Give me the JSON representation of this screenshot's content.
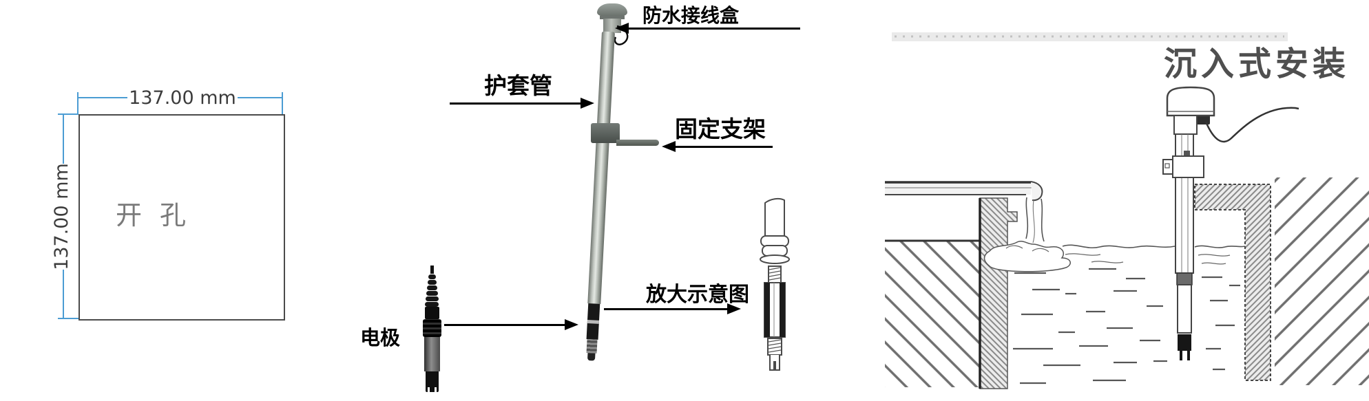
{
  "cutout": {
    "width_label": "137.00 mm",
    "height_label": "137.00 mm",
    "area_label": "开孔"
  },
  "assembly": {
    "junction_box_label": "防水接线盒",
    "sheath_tube_label": "护套管",
    "bracket_label": "固定支架",
    "electrode_label": "电极",
    "enlarged_view_label": "放大示意图"
  },
  "installation": {
    "title": "沉入式安装"
  },
  "colors": {
    "dimension_line": "#4b9cd3",
    "label_text": "#000000",
    "title_text": "#4f4f4f"
  }
}
